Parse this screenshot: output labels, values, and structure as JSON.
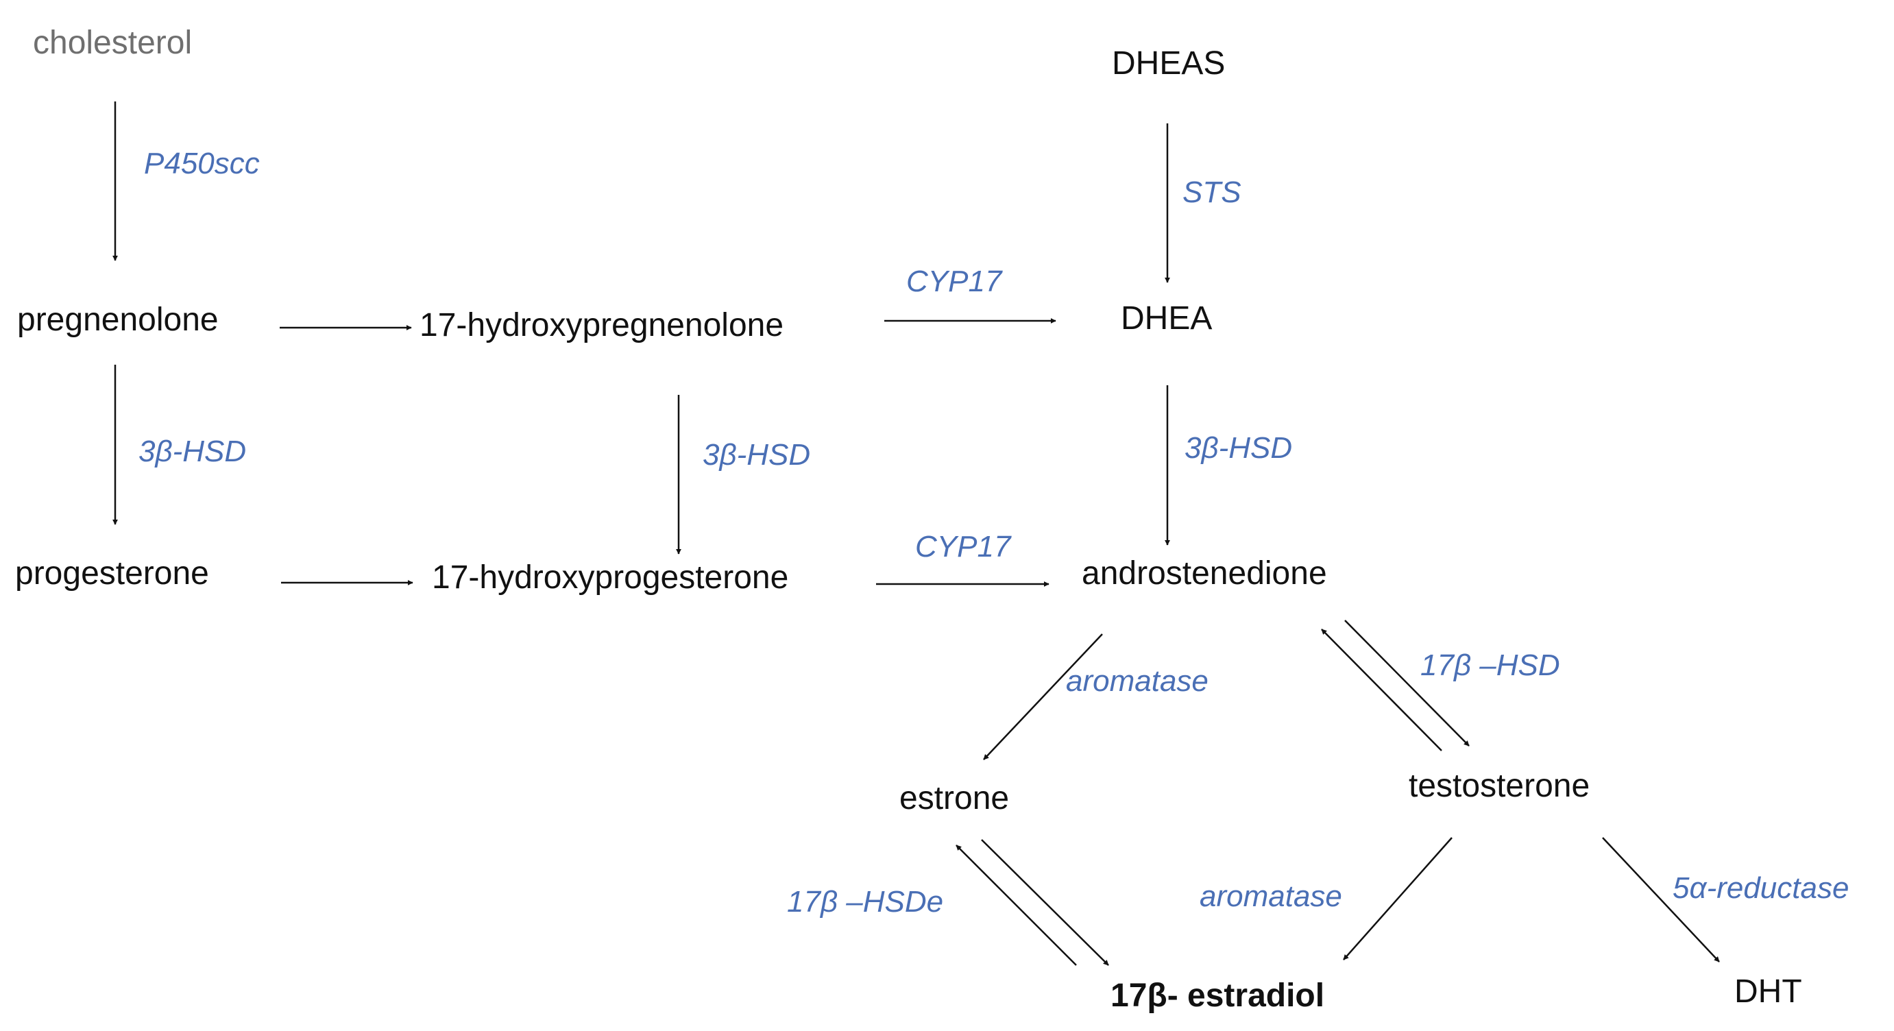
{
  "colors": {
    "compound": "#111111",
    "enzyme": "#4a6fb5",
    "faded": "#6f6f6f",
    "background": "#ffffff"
  },
  "compounds": {
    "cholesterol": "cholesterol",
    "pregnenolone": "pregnenolone",
    "hydroxypregnenolone": "17-hydroxypregnenolone",
    "dheas": "DHEAS",
    "dhea": "DHEA",
    "progesterone": "progesterone",
    "hydroxyprogesterone": "17-hydroxyprogesterone",
    "androstenedione": "androstenedione",
    "estrone": "estrone",
    "testosterone": "testosterone",
    "estradiol": "17β- estradiol",
    "dht": "DHT"
  },
  "enzymes": {
    "p450scc": "P450scc",
    "sts": "STS",
    "cyp17_top": "CYP17",
    "hsd3b_left": "3β-HSD",
    "hsd3b_middle": "3β-HSD",
    "hsd3b_right": "3β-HSD",
    "cyp17_bottom": "CYP17",
    "aromatase_left": "aromatase",
    "hsd17b_right": "17β –HSD",
    "hsd17b_left": "17β –HSDe",
    "aromatase_right": "aromatase",
    "reductase": "5α-reductase"
  }
}
